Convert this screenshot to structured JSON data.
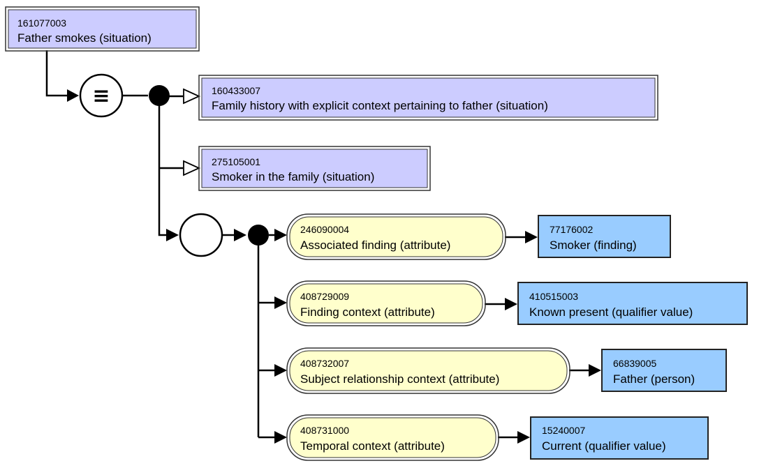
{
  "concept": {
    "id": "161077003",
    "term": "Father smokes (situation)"
  },
  "parents": [
    {
      "id": "160433007",
      "term": "Family history with explicit context pertaining to father (situation)"
    },
    {
      "id": "275105001",
      "term": "Smoker in the family (situation)"
    }
  ],
  "relationships": [
    {
      "attribute": {
        "id": "246090004",
        "term": "Associated finding (attribute)"
      },
      "value": {
        "id": "77176002",
        "term": "Smoker (finding)"
      }
    },
    {
      "attribute": {
        "id": "408729009",
        "term": "Finding context (attribute)"
      },
      "value": {
        "id": "410515003",
        "term": "Known present (qualifier value)"
      }
    },
    {
      "attribute": {
        "id": "408732007",
        "term": "Subject relationship context (attribute)"
      },
      "value": {
        "id": "66839005",
        "term": "Father (person)"
      }
    },
    {
      "attribute": {
        "id": "408731000",
        "term": "Temporal context (attribute)"
      },
      "value": {
        "id": "15240007",
        "term": "Current (qualifier value)"
      }
    }
  ],
  "symbols": {
    "definition_status": "≡"
  },
  "colors": {
    "defined_concept_fill": "#ccccff",
    "attribute_fill": "#ffffcc",
    "value_concept_fill": "#99ccff",
    "line": "#000000",
    "border": "#333333"
  }
}
